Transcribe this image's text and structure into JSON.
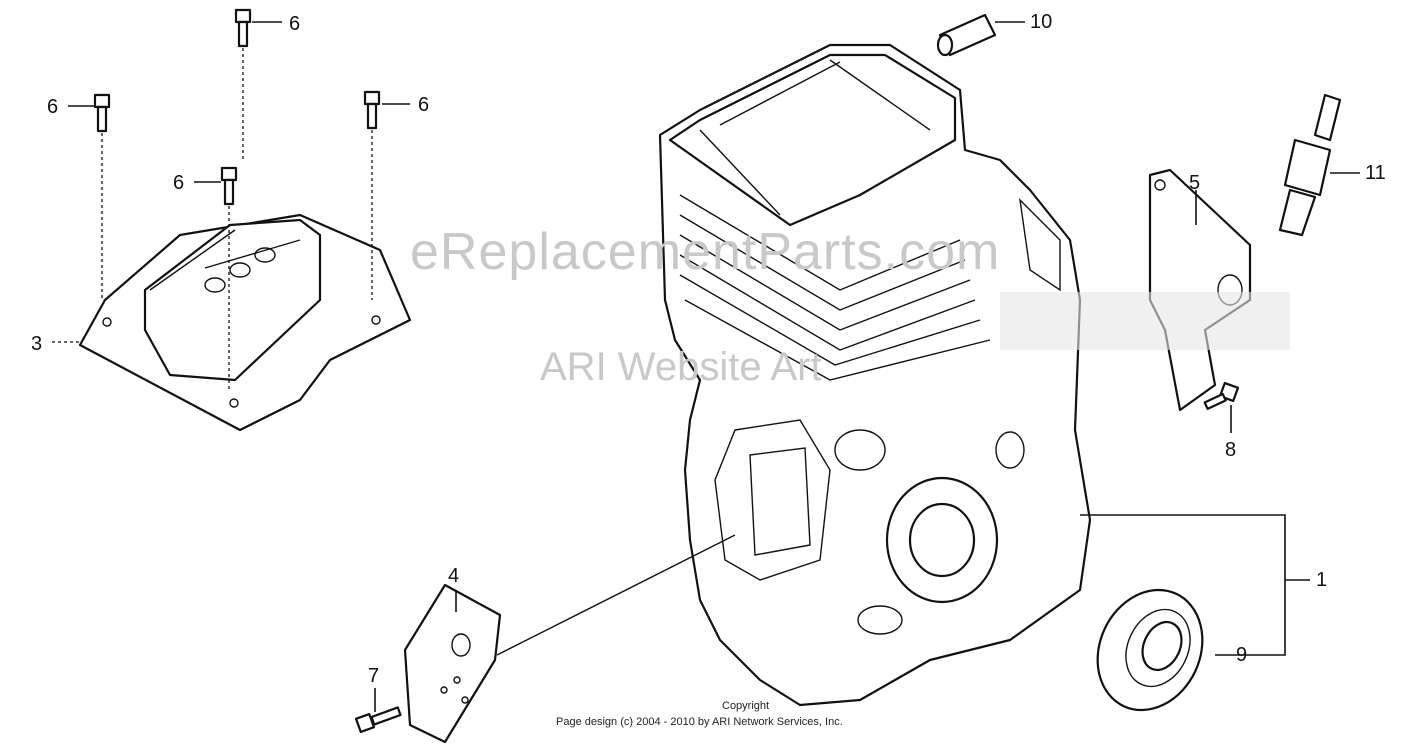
{
  "watermark": {
    "line1": "eReplacementParts.com",
    "line2": "ARI Website Art"
  },
  "copyright": {
    "line1": "Copyright",
    "line2": "Page design (c) 2004 - 2010 by ARI Network Services, Inc."
  },
  "callouts": {
    "c1": "1",
    "c3": "3",
    "c4": "4",
    "c5": "5",
    "c6a": "6",
    "c6b": "6",
    "c6c": "6",
    "c6d": "6",
    "c7": "7",
    "c8": "8",
    "c9": "9",
    "c10": "10",
    "c11": "11"
  },
  "colors": {
    "line": "#111111",
    "watermark": "#c8c8c8",
    "background": "#ffffff"
  }
}
